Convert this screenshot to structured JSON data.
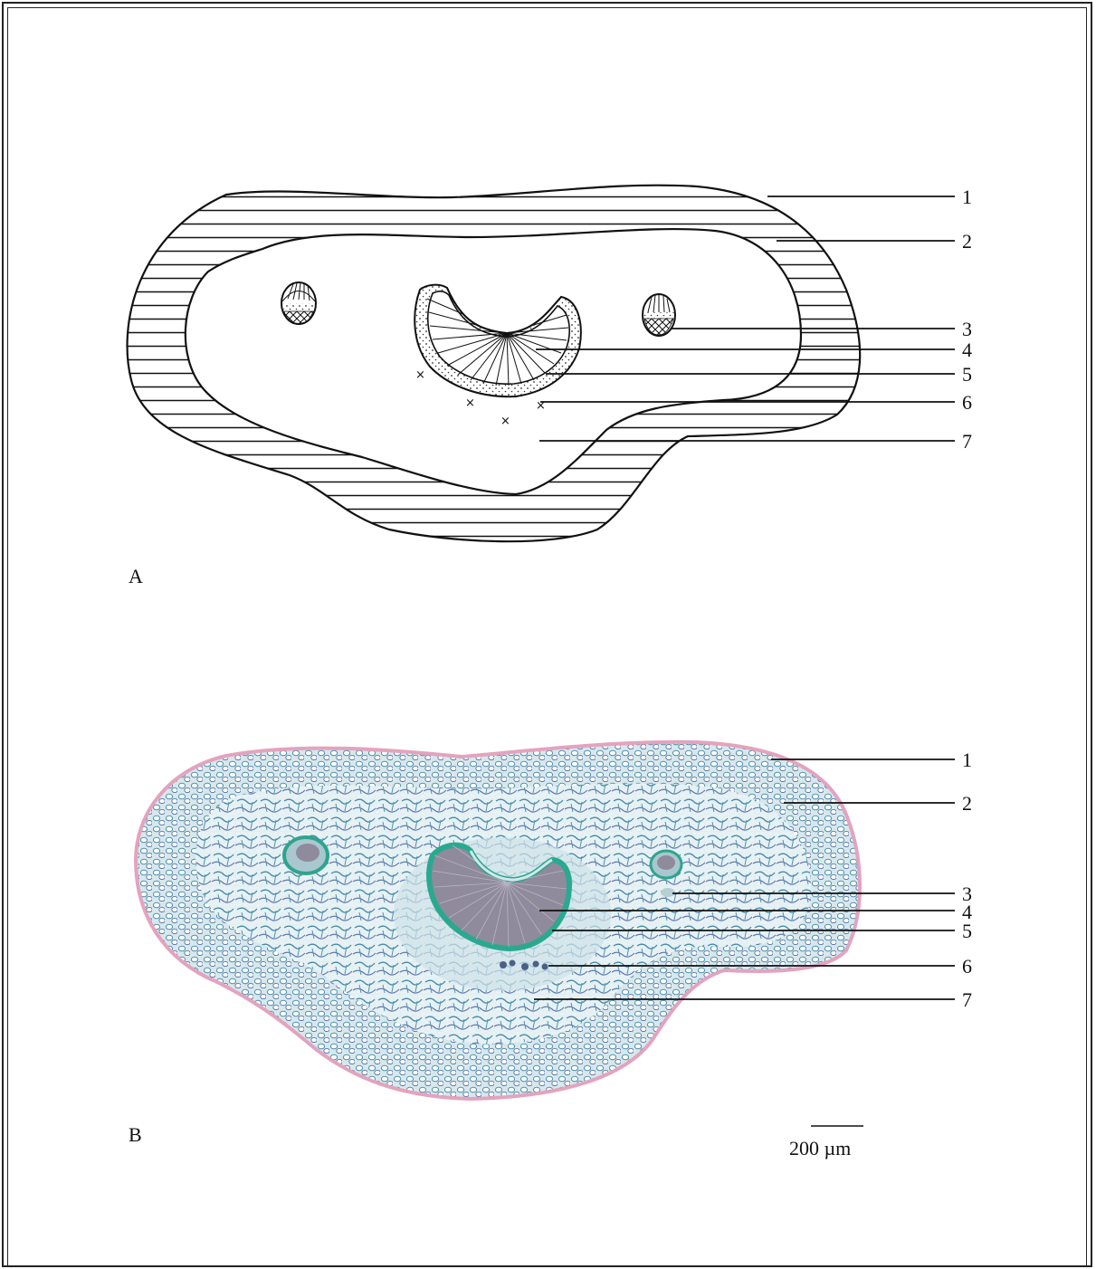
{
  "panels": [
    {
      "label": "A",
      "callouts": [
        "1",
        "2",
        "3",
        "4",
        "5",
        "6",
        "7"
      ]
    },
    {
      "label": "B",
      "callouts": [
        "1",
        "2",
        "3",
        "4",
        "5",
        "6",
        "7"
      ]
    }
  ],
  "scale_bar": {
    "label": "200 µm"
  },
  "colors": {
    "line": "#111111",
    "stain_bg": "#c7dde3",
    "stain_cell": "#3f86a6",
    "stain_dense": "#6c7fb2",
    "epidermis": "#e6a3bf",
    "xylem": "#8f8a9c",
    "sclerenchyma": "#29a98f"
  }
}
